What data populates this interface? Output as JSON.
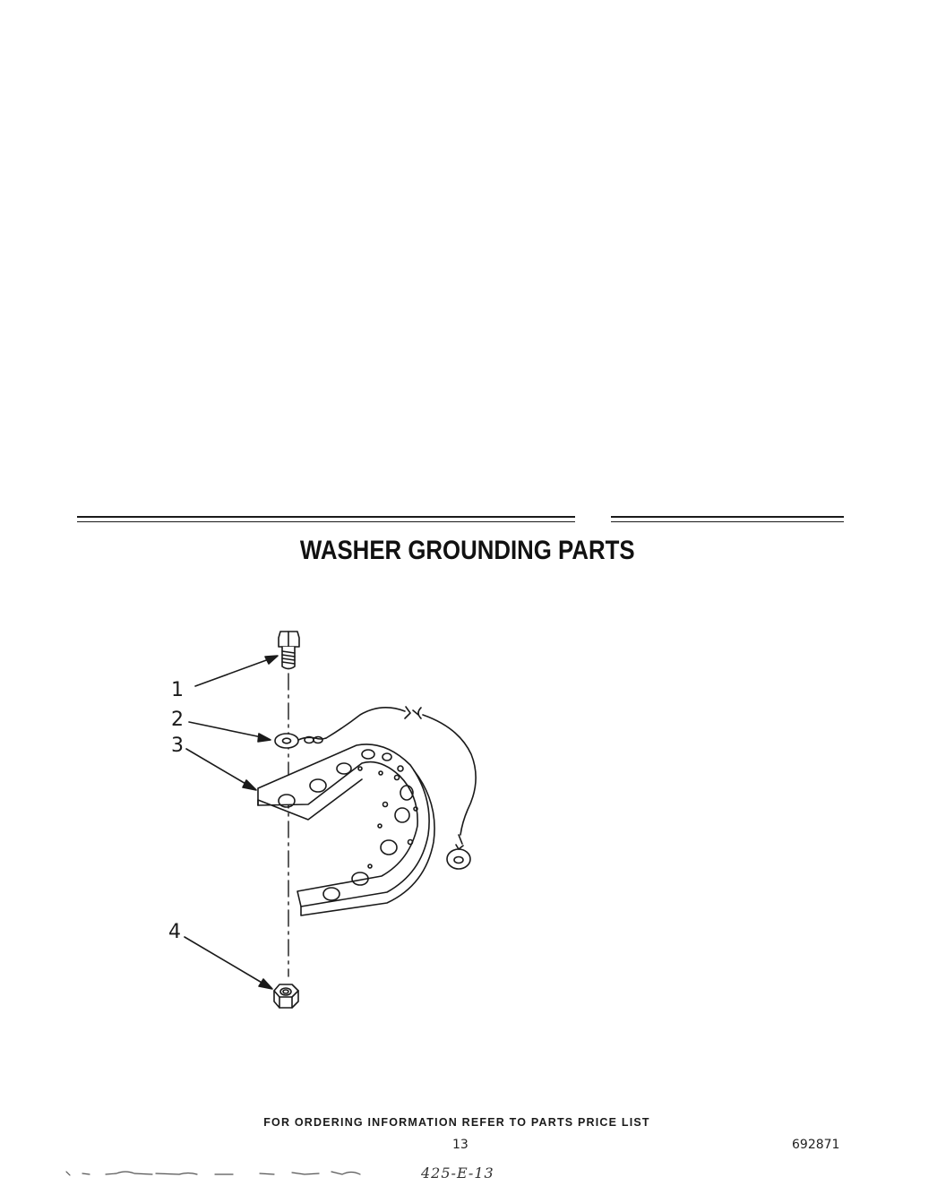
{
  "header": {
    "title": "WASHER GROUNDING PARTS"
  },
  "diagram": {
    "callouts": [
      "1",
      "2",
      "3",
      "4"
    ],
    "parts_icons": [
      "screw-icon",
      "ground-wire-icon",
      "ground-strap-icon",
      "nut-icon"
    ]
  },
  "footer": {
    "ordering_note": "FOR ORDERING INFORMATION REFER TO PARTS PRICE LIST",
    "page_number": "13",
    "document_number": "692871",
    "handwritten_note": "425-E-13"
  },
  "colors": {
    "ink": "#1a1a1a",
    "paper": "#ffffff"
  }
}
